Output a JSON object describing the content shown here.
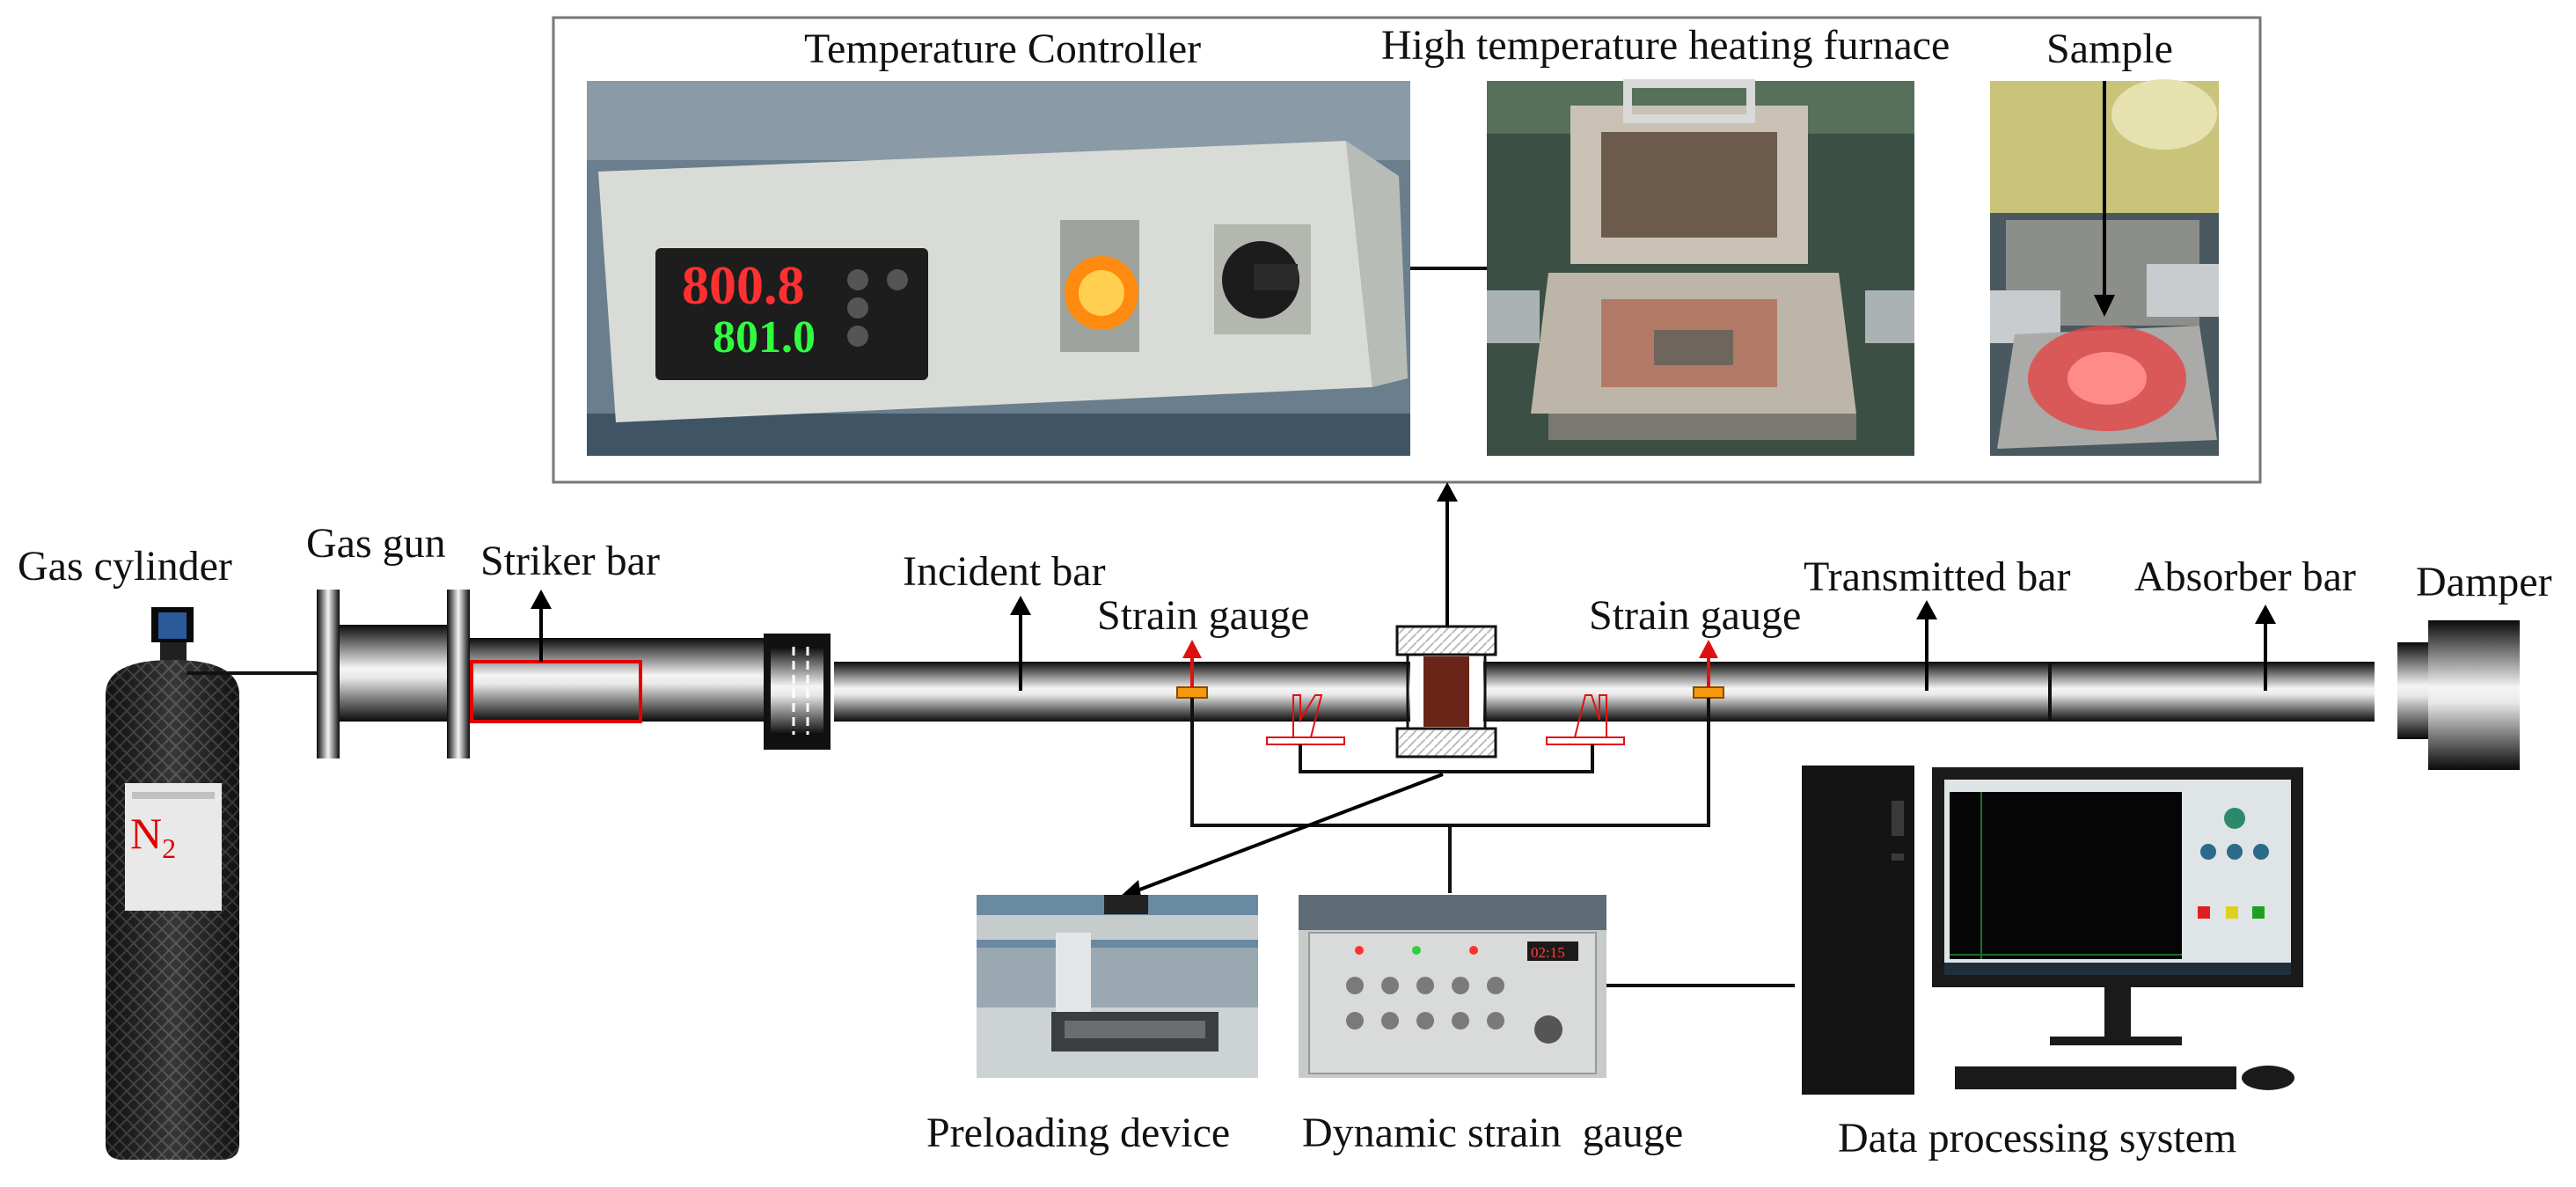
{
  "top_panel": {
    "temperature_controller_label": "Temperature Controller",
    "furnace_label": "High temperature heating furnace",
    "sample_label": "Sample",
    "controller_readout_pv": "800.8",
    "controller_readout_sv": "801.0"
  },
  "apparatus": {
    "gas_cylinder_label": "Gas cylinder",
    "gas_gun_label": "Gas gun",
    "striker_bar_label": "Striker bar",
    "incident_bar_label": "Incident bar",
    "strain_gauge_left_label": "Strain gauge",
    "strain_gauge_right_label": "Strain gauge",
    "transmitted_bar_label": "Transmitted bar",
    "absorber_bar_label": "Absorber bar",
    "damper_label": "Damper",
    "cylinder_gas": "N",
    "cylinder_gas_subscript": "2"
  },
  "bottom": {
    "preloading_label": "Preloading device",
    "dynamic_strain_label": "Dynamic strain  gauge",
    "data_processing_label": "Data processing system",
    "strain_display": "02:15"
  },
  "colors": {
    "bar_dark": "#111111",
    "bar_highlight": "#f2f2f2",
    "gauge_orange": "#f39a10",
    "arrow_red": "#e01010",
    "sample_brown": "#6b2418",
    "striker_outline": "#e00000",
    "led_red": "#ff3030",
    "led_green": "#30ff40"
  }
}
